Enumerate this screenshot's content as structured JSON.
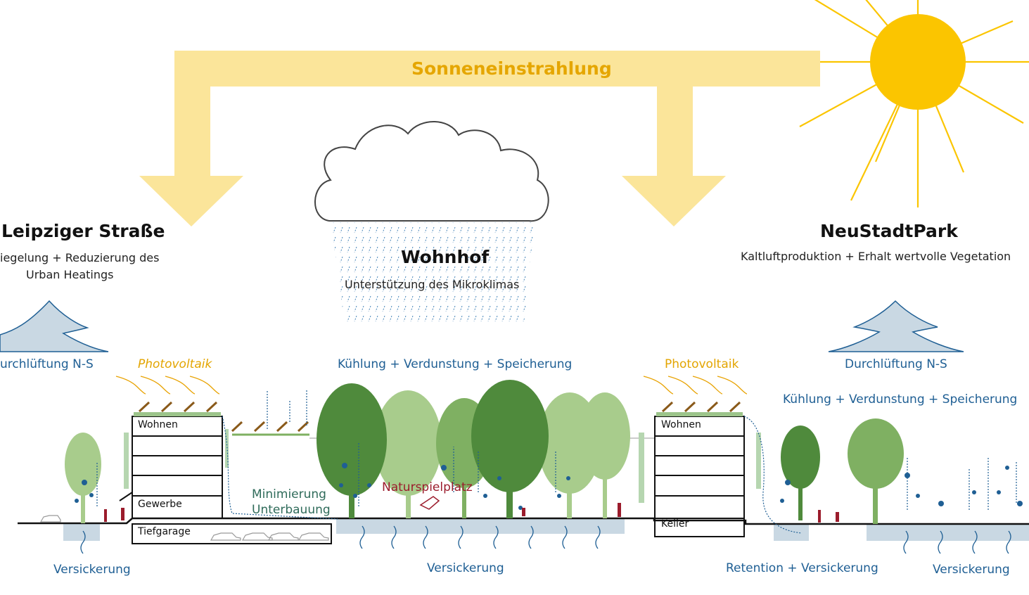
{
  "sun_label": "Sonneneinstrahlung",
  "left": {
    "title": "Leipziger Straße",
    "subtitle_line1": "iegelung + Reduzierung des",
    "subtitle_line2": "Urban Heatings",
    "ventilation": "urchlüftung N-S",
    "infiltration": "Versickerung"
  },
  "center": {
    "title": "Wohnhof",
    "subtitle": "Unterstützung des Mikroklimas",
    "cooling": "Kühlung + Verdunstung + Speicherung",
    "playground": "Naturspielplatz",
    "minimization_line1": "Minimierung",
    "minimization_line2": "Unterbauung",
    "infiltration": "Versickerung"
  },
  "right": {
    "title": "NeuStadtPark",
    "subtitle": "Kaltluftproduktion + Erhalt wertvolle Vegetation",
    "ventilation": "Durchlüftung N-S",
    "cooling": "Kühlung + Verdunstung + Speicherung",
    "retention": "Retention + Versickerung",
    "infiltration": "Versickerung"
  },
  "photovoltaik_left": "Photovoltaik",
  "photovoltaik_right": "Photovoltaik",
  "building_left": {
    "floors": [
      "Wohnen",
      "",
      "",
      "",
      "Gewerbe"
    ],
    "basement": "Tiefgarage"
  },
  "building_right": {
    "floors": [
      "Wohnen",
      "",
      "",
      "",
      ""
    ],
    "basement": "Keller"
  },
  "colors": {
    "sun": "#fbc500",
    "arrow": "#fbe59a",
    "water_blue": "#1f5f94",
    "ground": "#c9d8e3",
    "tree_dark": "#4f8a3c",
    "tree_mid": "#7fb062",
    "tree_light": "#a8cc8c"
  }
}
